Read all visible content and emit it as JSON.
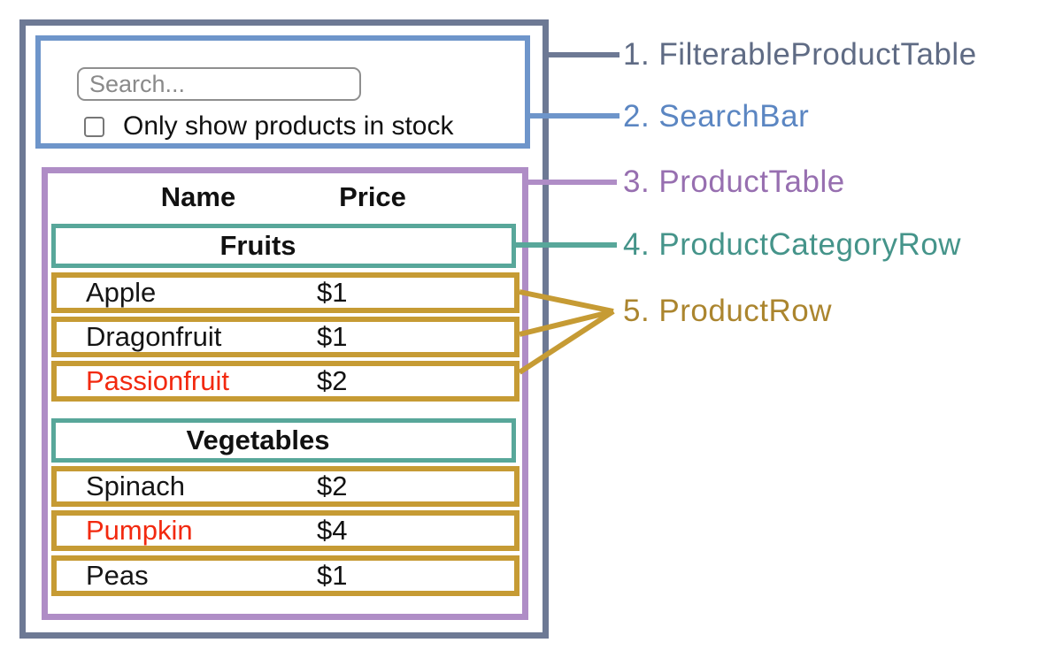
{
  "search_bar": {
    "placeholder": "Search...",
    "checkbox_label": "Only show products in stock"
  },
  "table": {
    "name_header": "Name",
    "price_header": "Price",
    "sections": [
      {
        "category": "Fruits",
        "rows": [
          {
            "name": "Apple",
            "price": "$1",
            "color": "#151515"
          },
          {
            "name": "Dragonfruit",
            "price": "$1",
            "color": "#151515"
          },
          {
            "name": "Passionfruit",
            "price": "$2",
            "color": "#f2290f"
          }
        ]
      },
      {
        "category": "Vegetables",
        "rows": [
          {
            "name": "Spinach",
            "price": "$2",
            "color": "#151515"
          },
          {
            "name": "Pumpkin",
            "price": "$4",
            "color": "#f2290f"
          },
          {
            "name": "Peas",
            "price": "$1",
            "color": "#151515"
          }
        ]
      }
    ]
  },
  "legend": [
    {
      "label": "1. FilterableProductTable",
      "color": "#5f6b84"
    },
    {
      "label": "2. SearchBar",
      "color": "#5b86c2"
    },
    {
      "label": "3. ProductTable",
      "color": "#976fb0"
    },
    {
      "label": "4. ProductCategoryRow",
      "color": "#45948a"
    },
    {
      "label": "5. ProductRow",
      "color": "#ab852e"
    }
  ],
  "colors": {
    "outer_border": "#6d7994",
    "searchbar_border": "#6e95ca",
    "product_table_border": "#af8dc6",
    "category_border": "#58a79a",
    "row_border": "#c69b34",
    "out_of_stock_text": "#f2290f",
    "text": "#151515"
  }
}
